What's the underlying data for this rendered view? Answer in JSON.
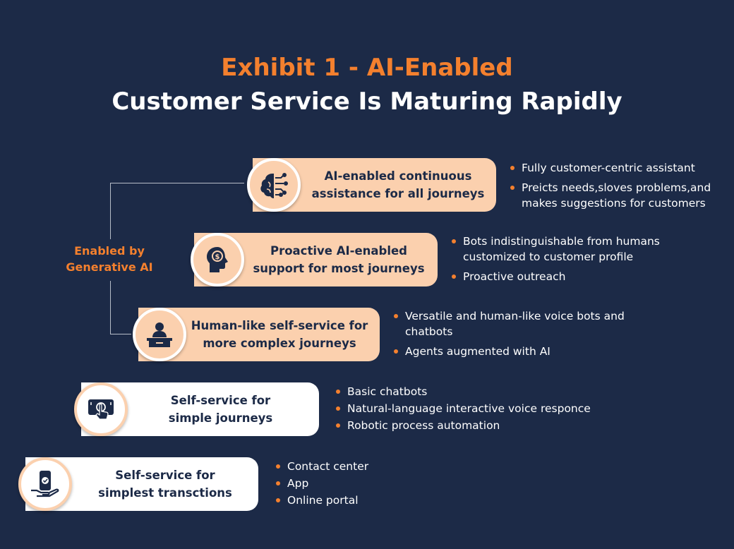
{
  "title": {
    "line1": "Exhibit 1 - AI-Enabled",
    "line2": "Customer Service Is Maturing Rapidly"
  },
  "side_label": {
    "line1": "Enabled by",
    "line2": "Generative AI"
  },
  "colors": {
    "background": "#1c2a47",
    "accent": "#f4802e",
    "bar_orange": "#fbd0ae",
    "bar_white": "#ffffff"
  },
  "levels": [
    {
      "icon": "brain-circuit-icon",
      "line1": "AI-enabled continuous",
      "line2": "assistance for all journeys",
      "bullets": [
        "Fully customer-centric assistant",
        "Preicts needs,sloves problems,and makes suggestions for customers"
      ]
    },
    {
      "icon": "head-gear-dollar-icon",
      "line1": "Proactive AI-enabled",
      "line2": "support for most journeys",
      "bullets": [
        "Bots indistinguishable from humans customized to customer profile",
        "Proactive outreach"
      ]
    },
    {
      "icon": "person-at-desk-icon",
      "line1": "Human-like self-service for",
      "line2": "more complex journeys",
      "bullets": [
        "Versatile and human-like voice bots and chatbots",
        "Agents augmented with AI"
      ]
    },
    {
      "icon": "touch-screen-hand-icon",
      "line1": "Self-service for",
      "line2": "simple journeys",
      "bullets": [
        "Basic chatbots",
        "Natural-language interactive voice responce",
        "Robotic process automation"
      ]
    },
    {
      "icon": "phone-in-hand-icon",
      "line1": "Self-service for",
      "line2": "simplest transctions",
      "bullets": [
        "Contact center",
        "App",
        "Online portal"
      ]
    }
  ]
}
